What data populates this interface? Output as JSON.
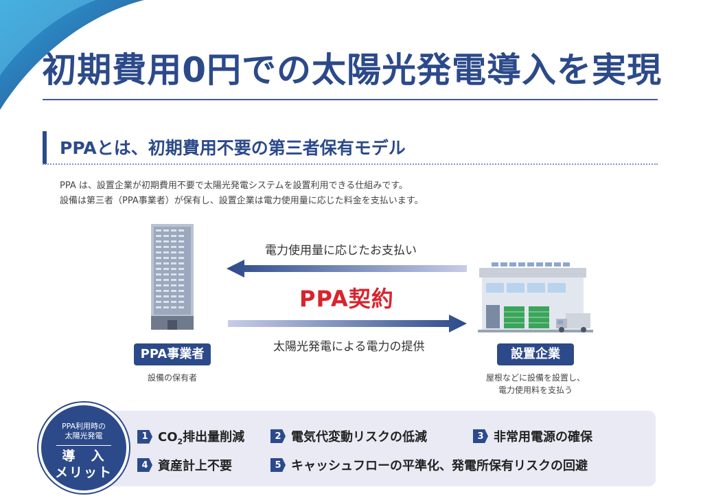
{
  "header": {
    "title": "初期費用0円での太陽光発電導入を実現"
  },
  "section": {
    "title": "PPAとは、初期費用不要の第三者保有モデル",
    "description_line1": "PPA は、設置企業が初期費用不要で太陽光発電システムを設置利用できる仕組みです。",
    "description_line2": "設備は第三者（PPA事業者）が保有し、設置企業は電力使用量に応じた料金を支払います。"
  },
  "diagram": {
    "arrow_top_label": "電力使用量に応じたお支払い",
    "arrow_bottom_label": "太陽光発電による電力の提供",
    "contract_label": "PPA契約",
    "left_party": {
      "label": "PPA事業者",
      "caption": "設備の保有者"
    },
    "right_party": {
      "label": "設置企業",
      "caption_line1": "屋根などに設備を設置し、",
      "caption_line2": "電力使用料を支払う"
    }
  },
  "merits": {
    "badge_line1": "PPA利用時の",
    "badge_line2": "太陽光発電",
    "badge_line3": "導　入",
    "badge_line4": "メリット",
    "items": [
      {
        "num": "1",
        "text_pre": "CO",
        "text_sub": "2",
        "text_post": "排出量削減"
      },
      {
        "num": "2",
        "text": "電気代変動リスクの低減"
      },
      {
        "num": "3",
        "text": "非常用電源の確保"
      },
      {
        "num": "4",
        "text": "資産計上不要"
      },
      {
        "num": "5",
        "text": "キャッシュフローの平準化、発電所保有リスクの回避"
      }
    ]
  },
  "colors": {
    "primary": "#2c4a8a",
    "accent_red": "#d9232d",
    "panel_bg": "#e9eaf4",
    "green_door": "#3aa55a"
  }
}
